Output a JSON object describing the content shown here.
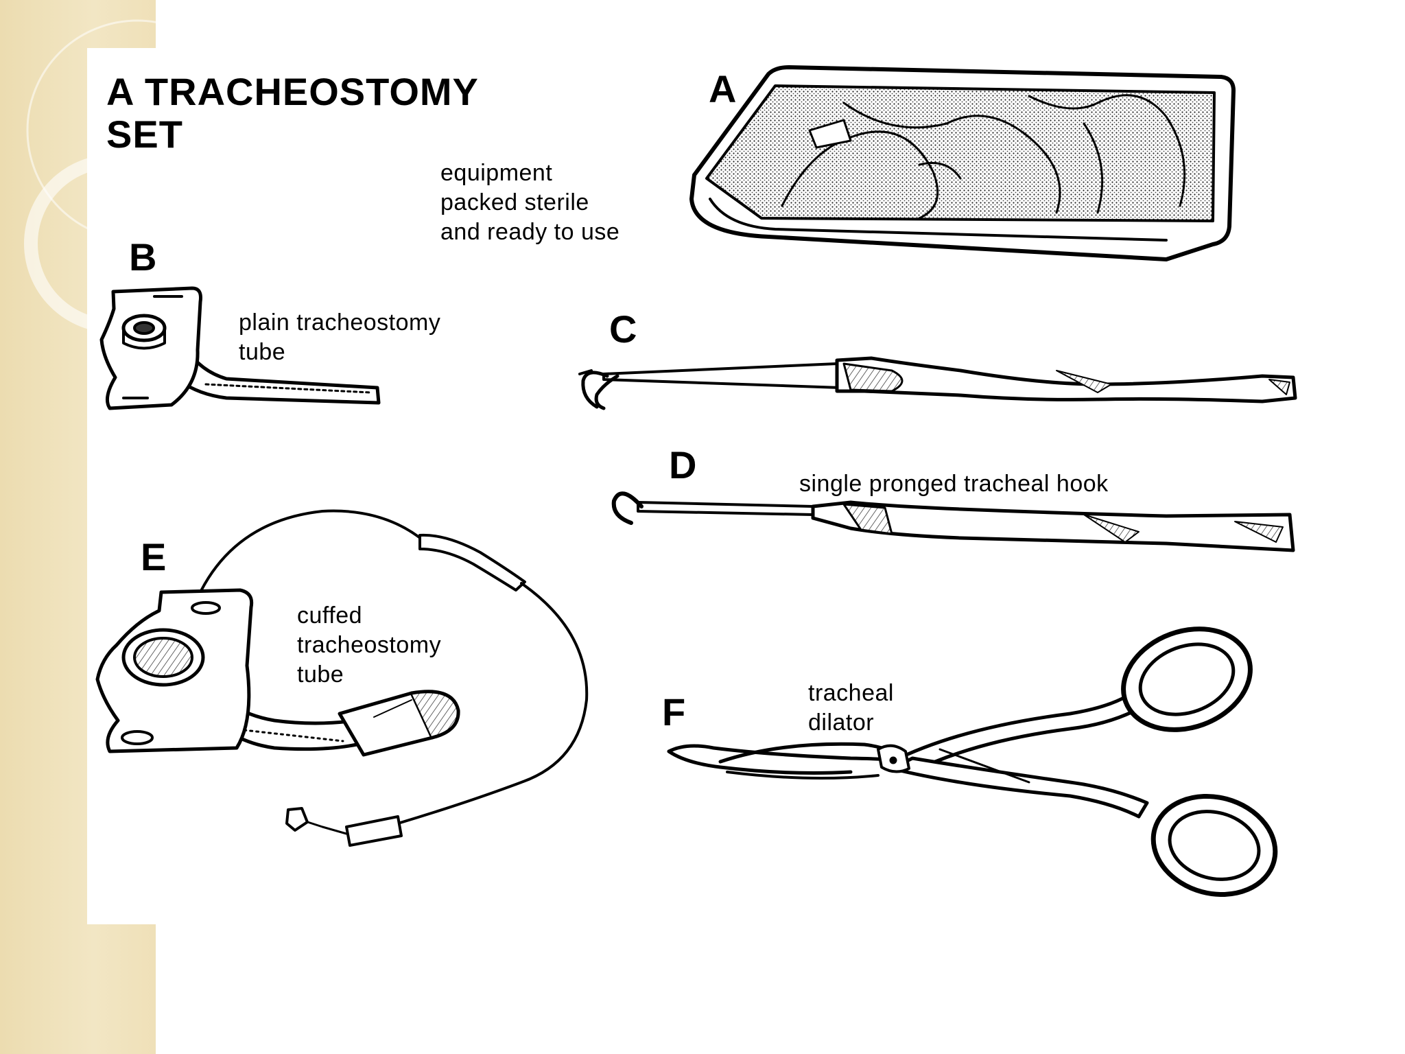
{
  "title": [
    "A TRACHEOSTOMY",
    "SET"
  ],
  "items": {
    "a": {
      "letter": "A",
      "caption": [
        "equipment",
        "packed sterile",
        "and ready to use"
      ]
    },
    "b": {
      "letter": "B",
      "caption": [
        "plain tracheostomy",
        "tube"
      ]
    },
    "c": {
      "letter": "C"
    },
    "d": {
      "letter": "D",
      "caption": [
        "single pronged tracheal hook"
      ]
    },
    "e": {
      "letter": "E",
      "caption": [
        "cuffed",
        "tracheostomy",
        "tube"
      ]
    },
    "f": {
      "letter": "F",
      "caption": [
        "tracheal",
        "dilator"
      ]
    }
  },
  "colors": {
    "stripe": "#ecdcb0",
    "ink": "#000000",
    "background": "#ffffff"
  }
}
